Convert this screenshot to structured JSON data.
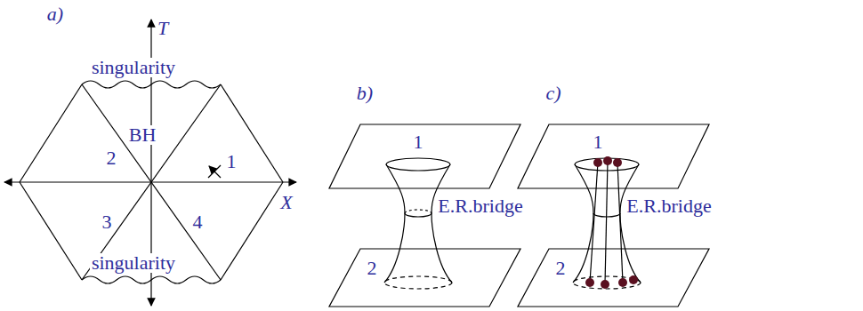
{
  "diagram": {
    "labels": [
      "a)",
      "T",
      "singularity",
      "BH",
      "2",
      "1",
      "3",
      "4",
      "X",
      "singularity",
      "b)",
      "1",
      "E.R.bridge",
      "2",
      "c)",
      "1",
      "E.R.bridge",
      "2"
    ]
  }
}
